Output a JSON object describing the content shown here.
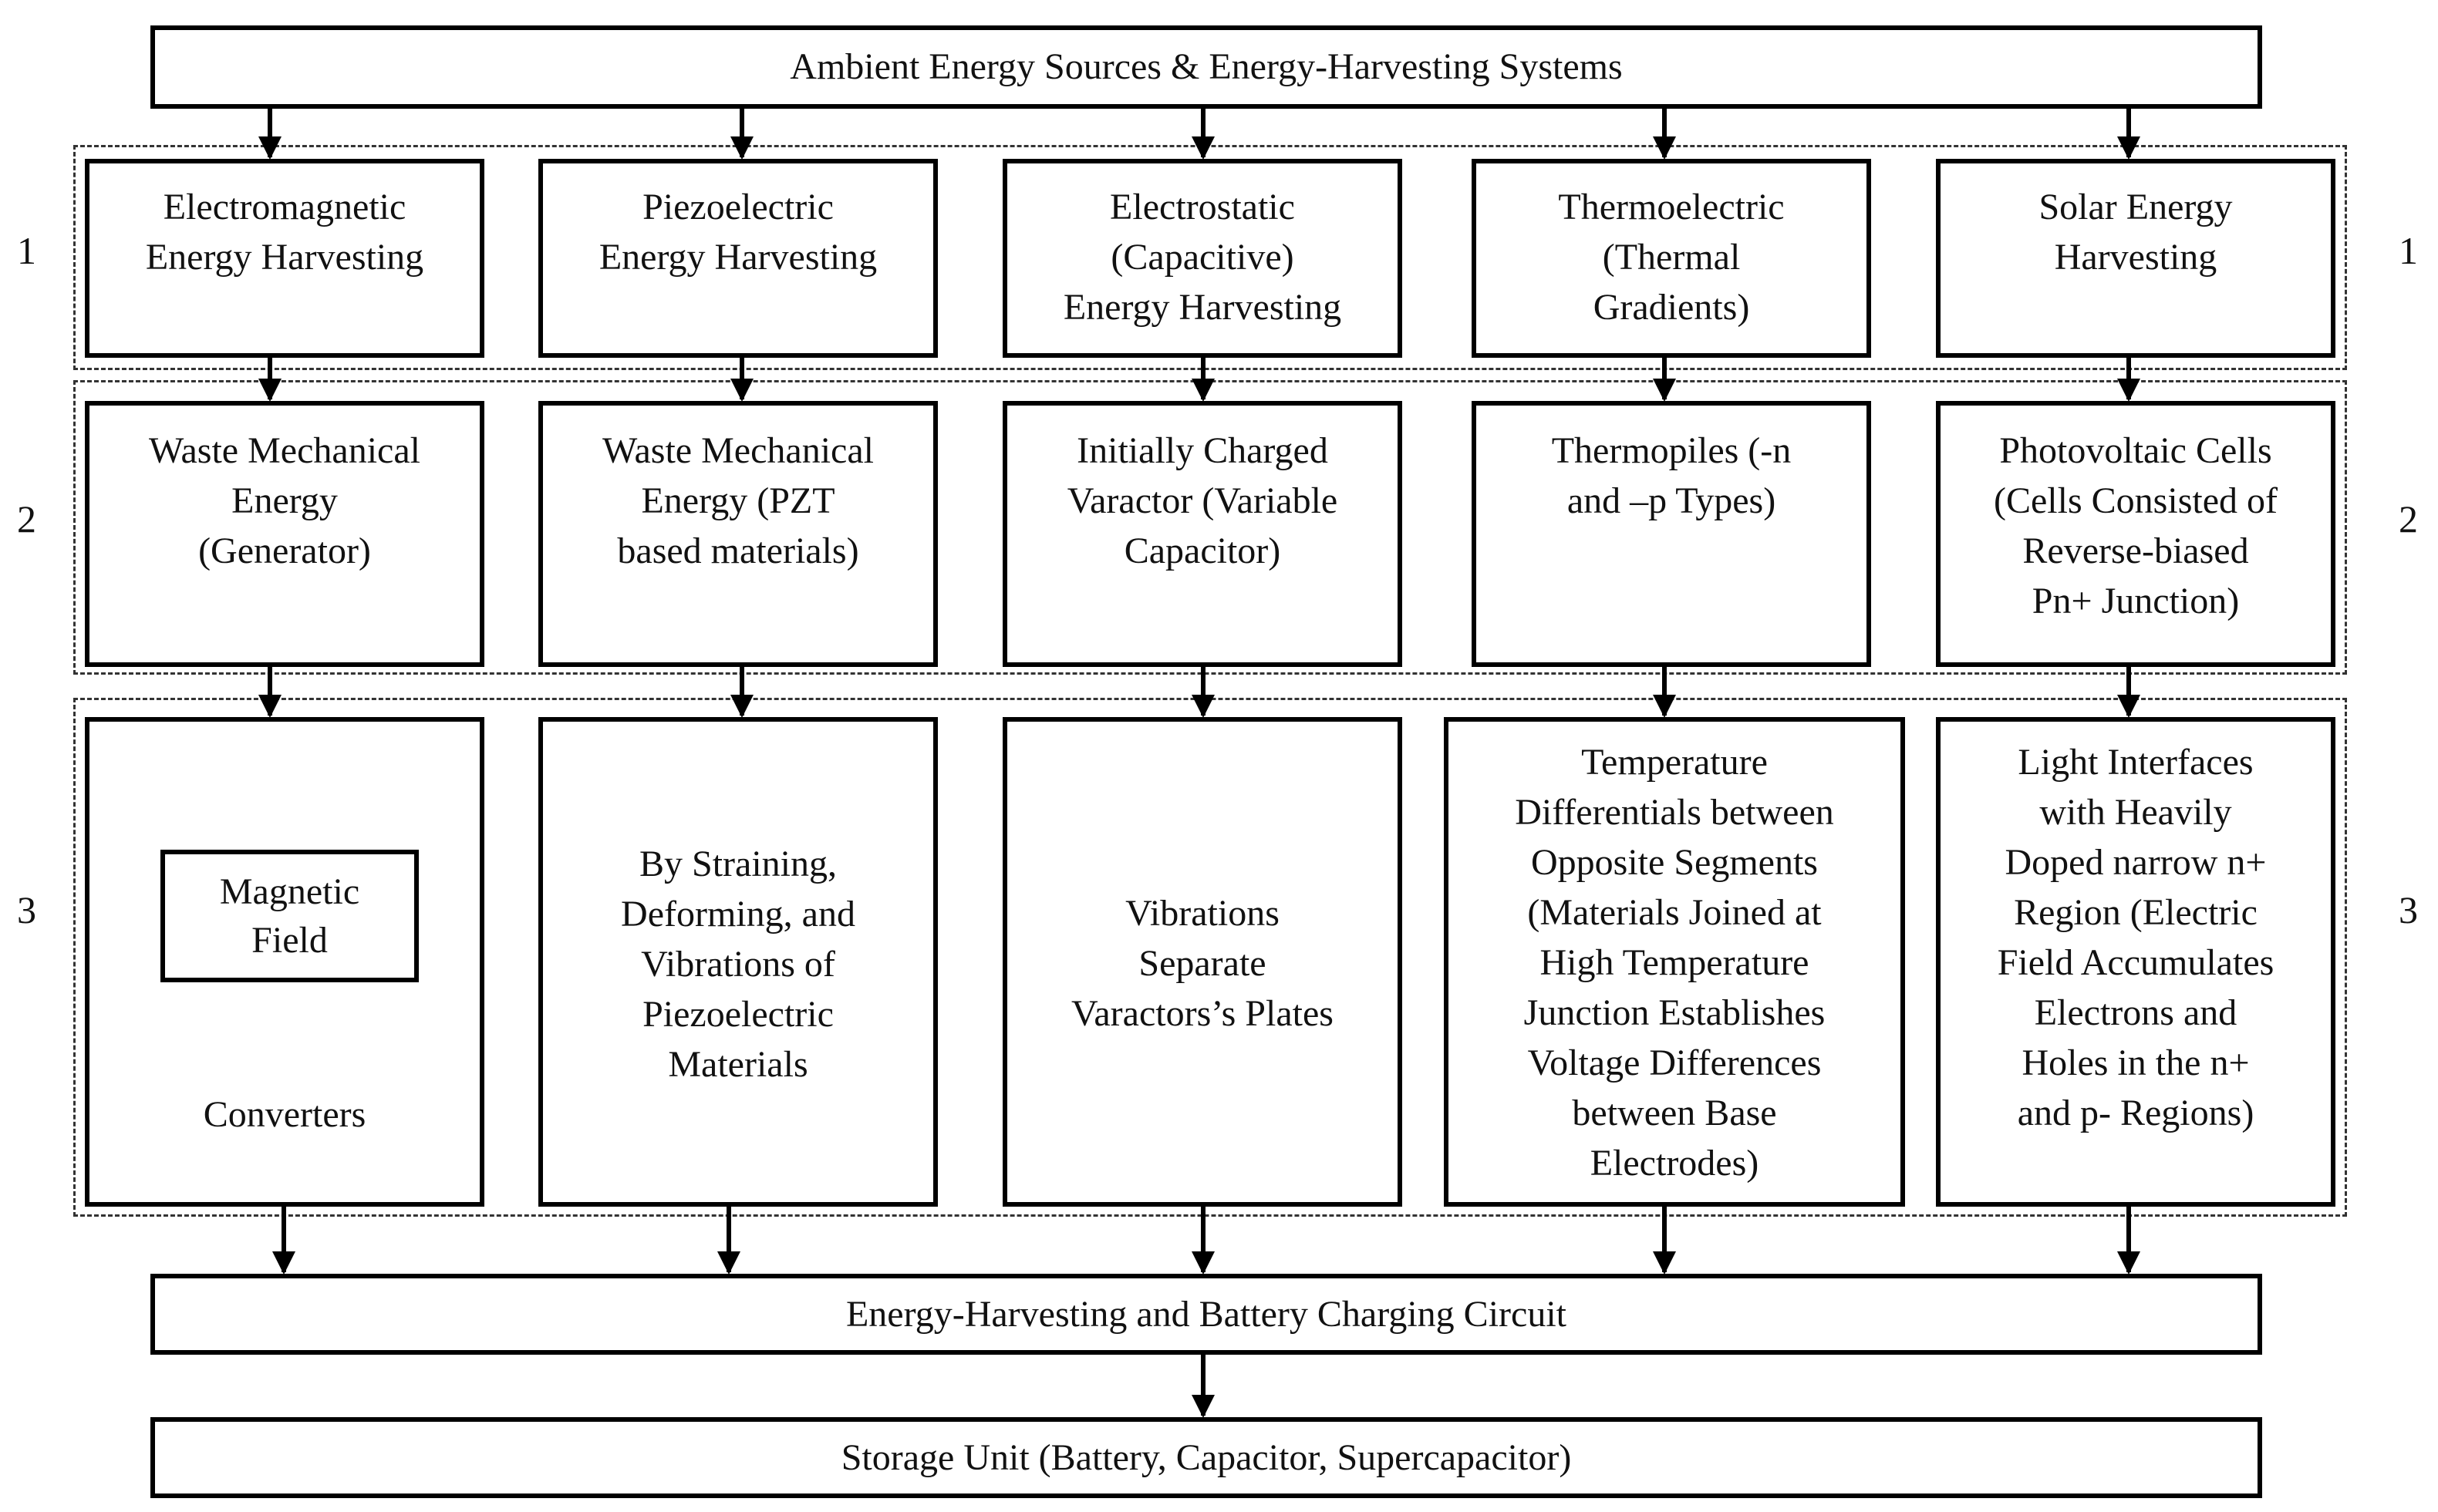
{
  "top_box": "Ambient Energy Sources & Energy-Harvesting Systems",
  "row_numbers": [
    "1",
    "2",
    "3"
  ],
  "columns": [
    {
      "source": [
        "Electromagnetic",
        "Energy Harvesting"
      ],
      "medium": [
        "Waste Mechanical",
        "Energy",
        "(Generator)"
      ],
      "mechanism": [
        "Converters"
      ],
      "inner_box": [
        "Magnetic",
        "Field"
      ]
    },
    {
      "source": [
        "Piezoelectric",
        "Energy Harvesting"
      ],
      "medium": [
        "Waste Mechanical",
        "Energy (PZT",
        "based materials)"
      ],
      "mechanism": [
        "By Straining,",
        "Deforming, and",
        "Vibrations of",
        "Piezoelectric",
        "Materials"
      ]
    },
    {
      "source": [
        "Electrostatic",
        "(Capacitive)",
        "Energy Harvesting"
      ],
      "medium": [
        "Initially Charged",
        "Varactor (Variable",
        "Capacitor)"
      ],
      "mechanism": [
        "Vibrations",
        "Separate",
        "Varactors’s Plates"
      ]
    },
    {
      "source": [
        "Thermoelectric",
        "(Thermal",
        "Gradients)"
      ],
      "medium": [
        "Thermopiles (-n",
        "and –p Types)"
      ],
      "mechanism": [
        "Temperature",
        "Differentials between",
        "Opposite Segments",
        "(Materials Joined at",
        "High Temperature",
        "Junction Establishes",
        "Voltage Differences",
        "between Base",
        "Electrodes)"
      ]
    },
    {
      "source": [
        "Solar Energy",
        "Harvesting"
      ],
      "medium": [
        "Photovoltaic Cells",
        "(Cells Consisted of",
        "Reverse-biased",
        "Pn+ Junction)"
      ],
      "mechanism": [
        "Light Interfaces",
        "with Heavily",
        "Doped narrow n+",
        "Region (Electric",
        "Field Accumulates",
        "Electrons and",
        "Holes in the n+",
        "and p- Regions)"
      ]
    }
  ],
  "circuit_box": "Energy-Harvesting and Battery Charging Circuit",
  "storage_box": "Storage Unit (Battery, Capacitor, Supercapacitor)"
}
